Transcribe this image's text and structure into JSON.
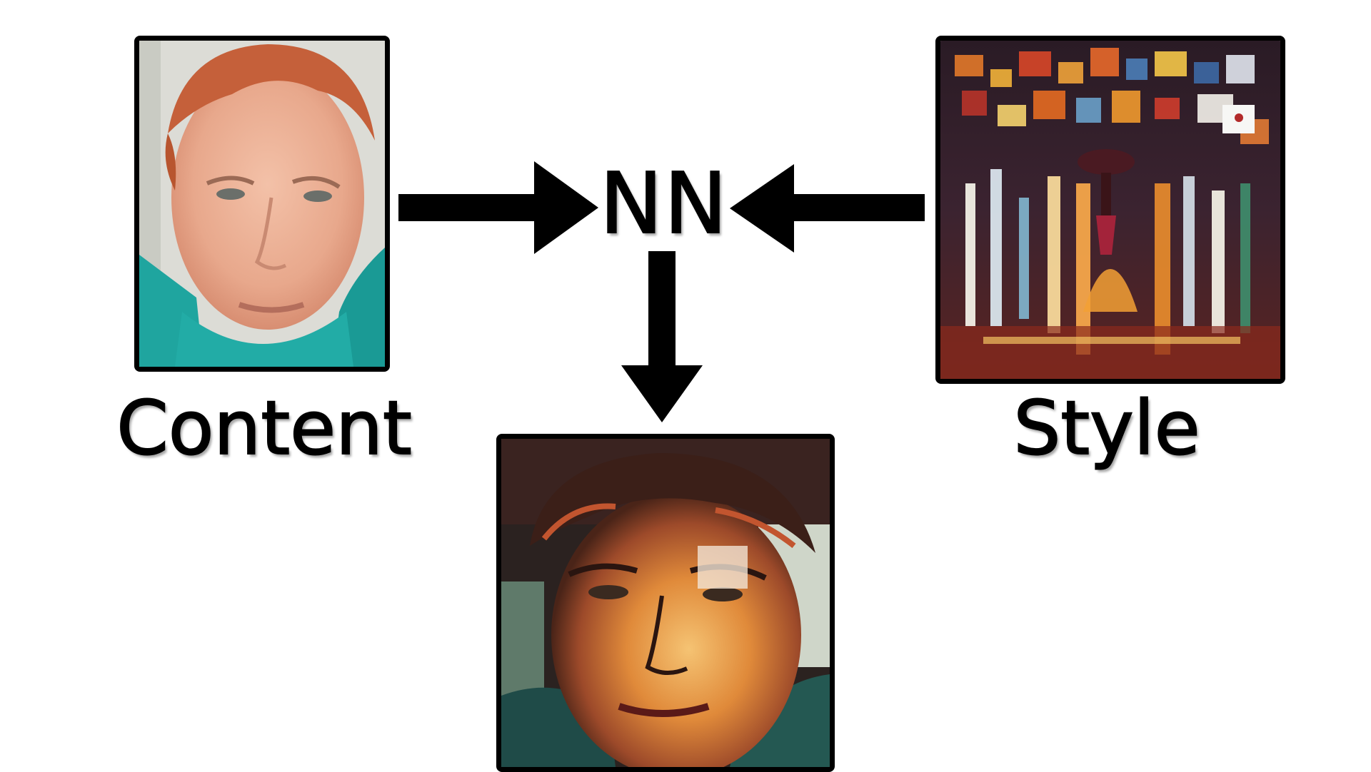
{
  "labels": {
    "content": "Content",
    "style": "Style",
    "network": "NN"
  },
  "images": {
    "content": "content-photo",
    "style": "style-painting",
    "output": "stylized-output"
  },
  "colors": {
    "frame": "#000000",
    "arrow": "#000000",
    "background": "#ffffff"
  }
}
